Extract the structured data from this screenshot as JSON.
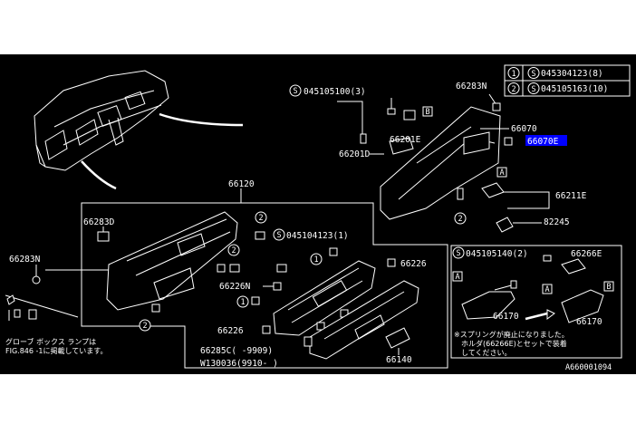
{
  "labels": {
    "p045105100": "045105100(3)",
    "p66283N_top": "66283N",
    "p66070": "66070",
    "p66070E": "66070E",
    "p66201E": "66201E",
    "p66201D": "66201D",
    "p66211E": "66211E",
    "p82245": "82245",
    "p66120": "66120",
    "p66283D": "66283D",
    "p66283N_left": "66283N",
    "p045104123": "045104123(1)",
    "p66226_right": "66226",
    "p66226N": "66226N",
    "p66226_bottom": "66226",
    "p66285C": "66285C(   -9909)",
    "pW130036": "W130036(9910-   )",
    "p66140": "66140",
    "p045105140": "045105140(2)",
    "p66266E": "66266E",
    "p66170_left": "66170",
    "p66170_right": "66170",
    "ref_id": "A660001094"
  },
  "legend": {
    "row1_num": "1",
    "row1_part": "045304123(8)",
    "row2_num": "2",
    "row2_part": "045105163(10)"
  },
  "markers": {
    "B": "B",
    "A": "A",
    "s": "S"
  },
  "notes": {
    "glove_line1": "グローブ ボックス ランプは",
    "glove_line2": "FIG.846 -1に掲載しています。",
    "spring_line1": "※スプリングが廃止になりました。",
    "spring_line2": "ホルダ(66266E)とセットで装着",
    "spring_line3": "してください。"
  },
  "colors": {
    "background": "#000000",
    "line": "#ffffff",
    "highlight": "#0000ff"
  }
}
